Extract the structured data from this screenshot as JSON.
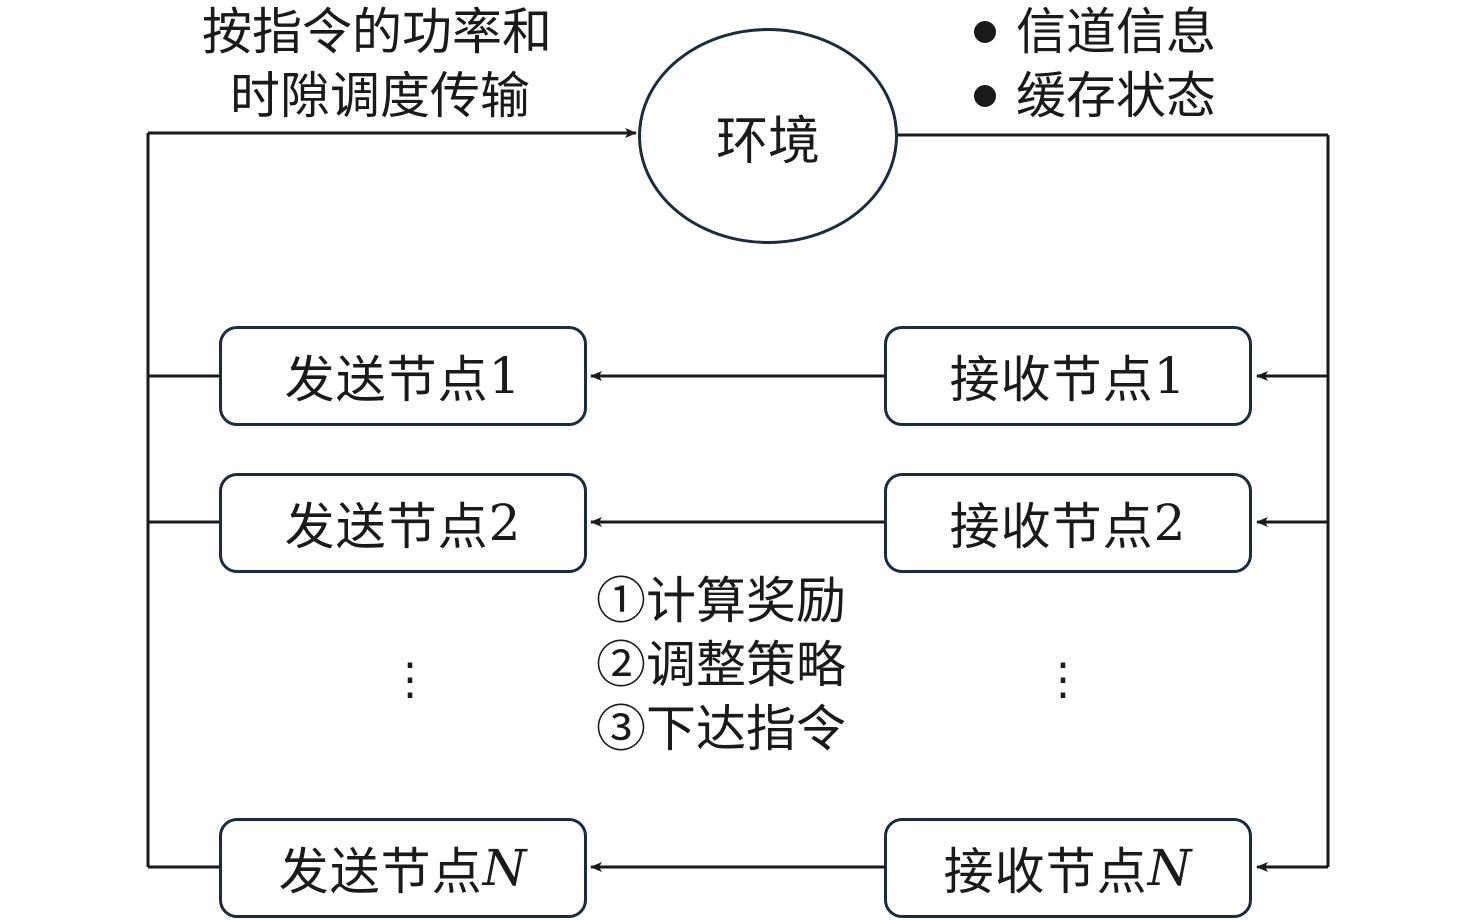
{
  "environment": {
    "label": "环境"
  },
  "action_label": {
    "line1": "按指令的功率和",
    "line2": "时隙调度传输"
  },
  "observations": [
    "信道信息",
    "缓存状态"
  ],
  "senders": [
    {
      "base": "发送节点",
      "sub": "1"
    },
    {
      "base": "发送节点",
      "sub": "2"
    },
    {
      "base": "发送节点",
      "sub": "N"
    }
  ],
  "receivers": [
    {
      "base": "接收节点",
      "sub": "1"
    },
    {
      "base": "接收节点",
      "sub": "2"
    },
    {
      "base": "接收节点",
      "sub": "N"
    }
  ],
  "steps": [
    "①计算奖励",
    "②调整策略",
    "③下达指令"
  ],
  "ellipsis": "⋮"
}
